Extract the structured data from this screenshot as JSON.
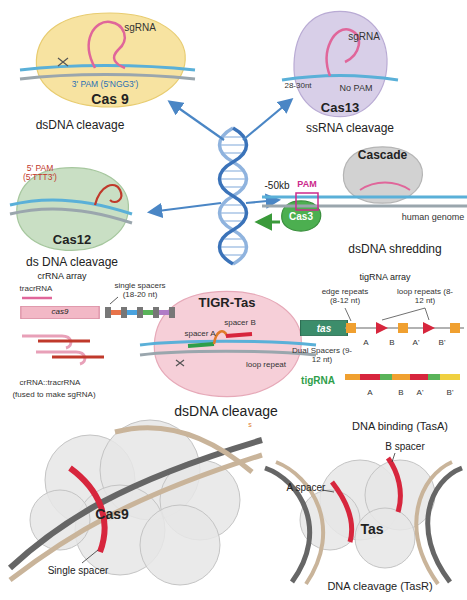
{
  "diagram": {
    "nodes": [
      {
        "text": [
          "Cas 9"
        ]
      },
      {
        "text": [
          "Cas13"
        ]
      },
      {
        "text": [
          "Cas12"
        ]
      },
      {
        "text": [
          "Cascade"
        ]
      },
      {
        "text": [
          "Cas3"
        ]
      },
      {
        "text": [
          "TIGR-Tas"
        ]
      },
      {
        "text": [
          "cas9"
        ]
      },
      {
        "text": [
          "tas"
        ]
      }
    ],
    "labels": [
      "sgRNA",
      "3' PAM (5'NGG3')",
      "dsDNA cleavage",
      "sgRNA",
      "28-30nt",
      "No PAM",
      "ssRNA cleavage",
      "5' PAM (5'TTT3')",
      "ds DNA cleavage",
      "-50kb",
      "PAM",
      "human genome",
      "dsDNA shredding",
      "crRNA array",
      "tracrRNA",
      "single spacers (18-20 nt)",
      "crRNA::tracrRNA",
      "(fused to make sgRNA)",
      "spacer B",
      "spacer A",
      "loop repeat",
      "dsDNA cleavage",
      "tigRNA array",
      "edge repeats (8-12 nt)",
      "loop repeats (8-12 nt)",
      "Dual Spacers (9-12 nt)",
      "A",
      "B",
      "A'",
      "B'",
      "tigRNA",
      "A",
      "B",
      "A'",
      "B'",
      "s",
      "Single spacer",
      "Cas9",
      "DNA binding (TasA)",
      "B spacer",
      "A spacer",
      "Tas",
      "DNA cleavage (TasR)"
    ]
  }
}
